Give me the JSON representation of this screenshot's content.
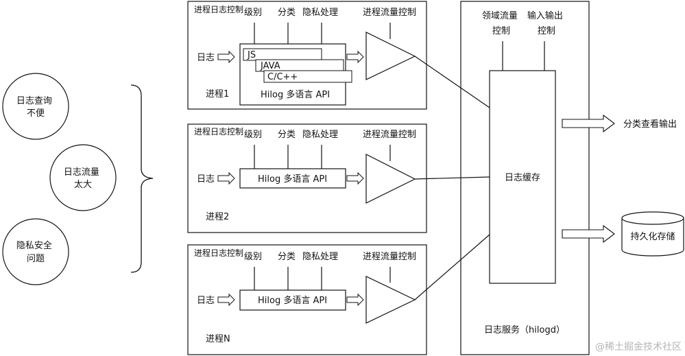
{
  "problems": [
    "日志查询\n不便",
    "日志流量\n太大",
    "隐私安全\n问题"
  ],
  "process_labels": {
    "control": "进程日志控制",
    "level": "级别",
    "classify": "分类",
    "privacy": "隐私处理",
    "flow_control": "进程流量控制",
    "log": "日志",
    "api": "Hilog 多语言 API"
  },
  "processes": [
    "进程1",
    "进程2",
    "进程N"
  ],
  "languages": [
    "JS",
    "JAVA",
    "C/C++"
  ],
  "service": {
    "domain_flow": "领域流量\n控制",
    "io_control": "输入输出\n控制",
    "buffer": "日志缓存",
    "name": "日志服务（hilogd）"
  },
  "outputs": {
    "classify_output": "分类查看输出",
    "persist": "持久化存储"
  },
  "watermark": "@稀土掘金技术社区"
}
